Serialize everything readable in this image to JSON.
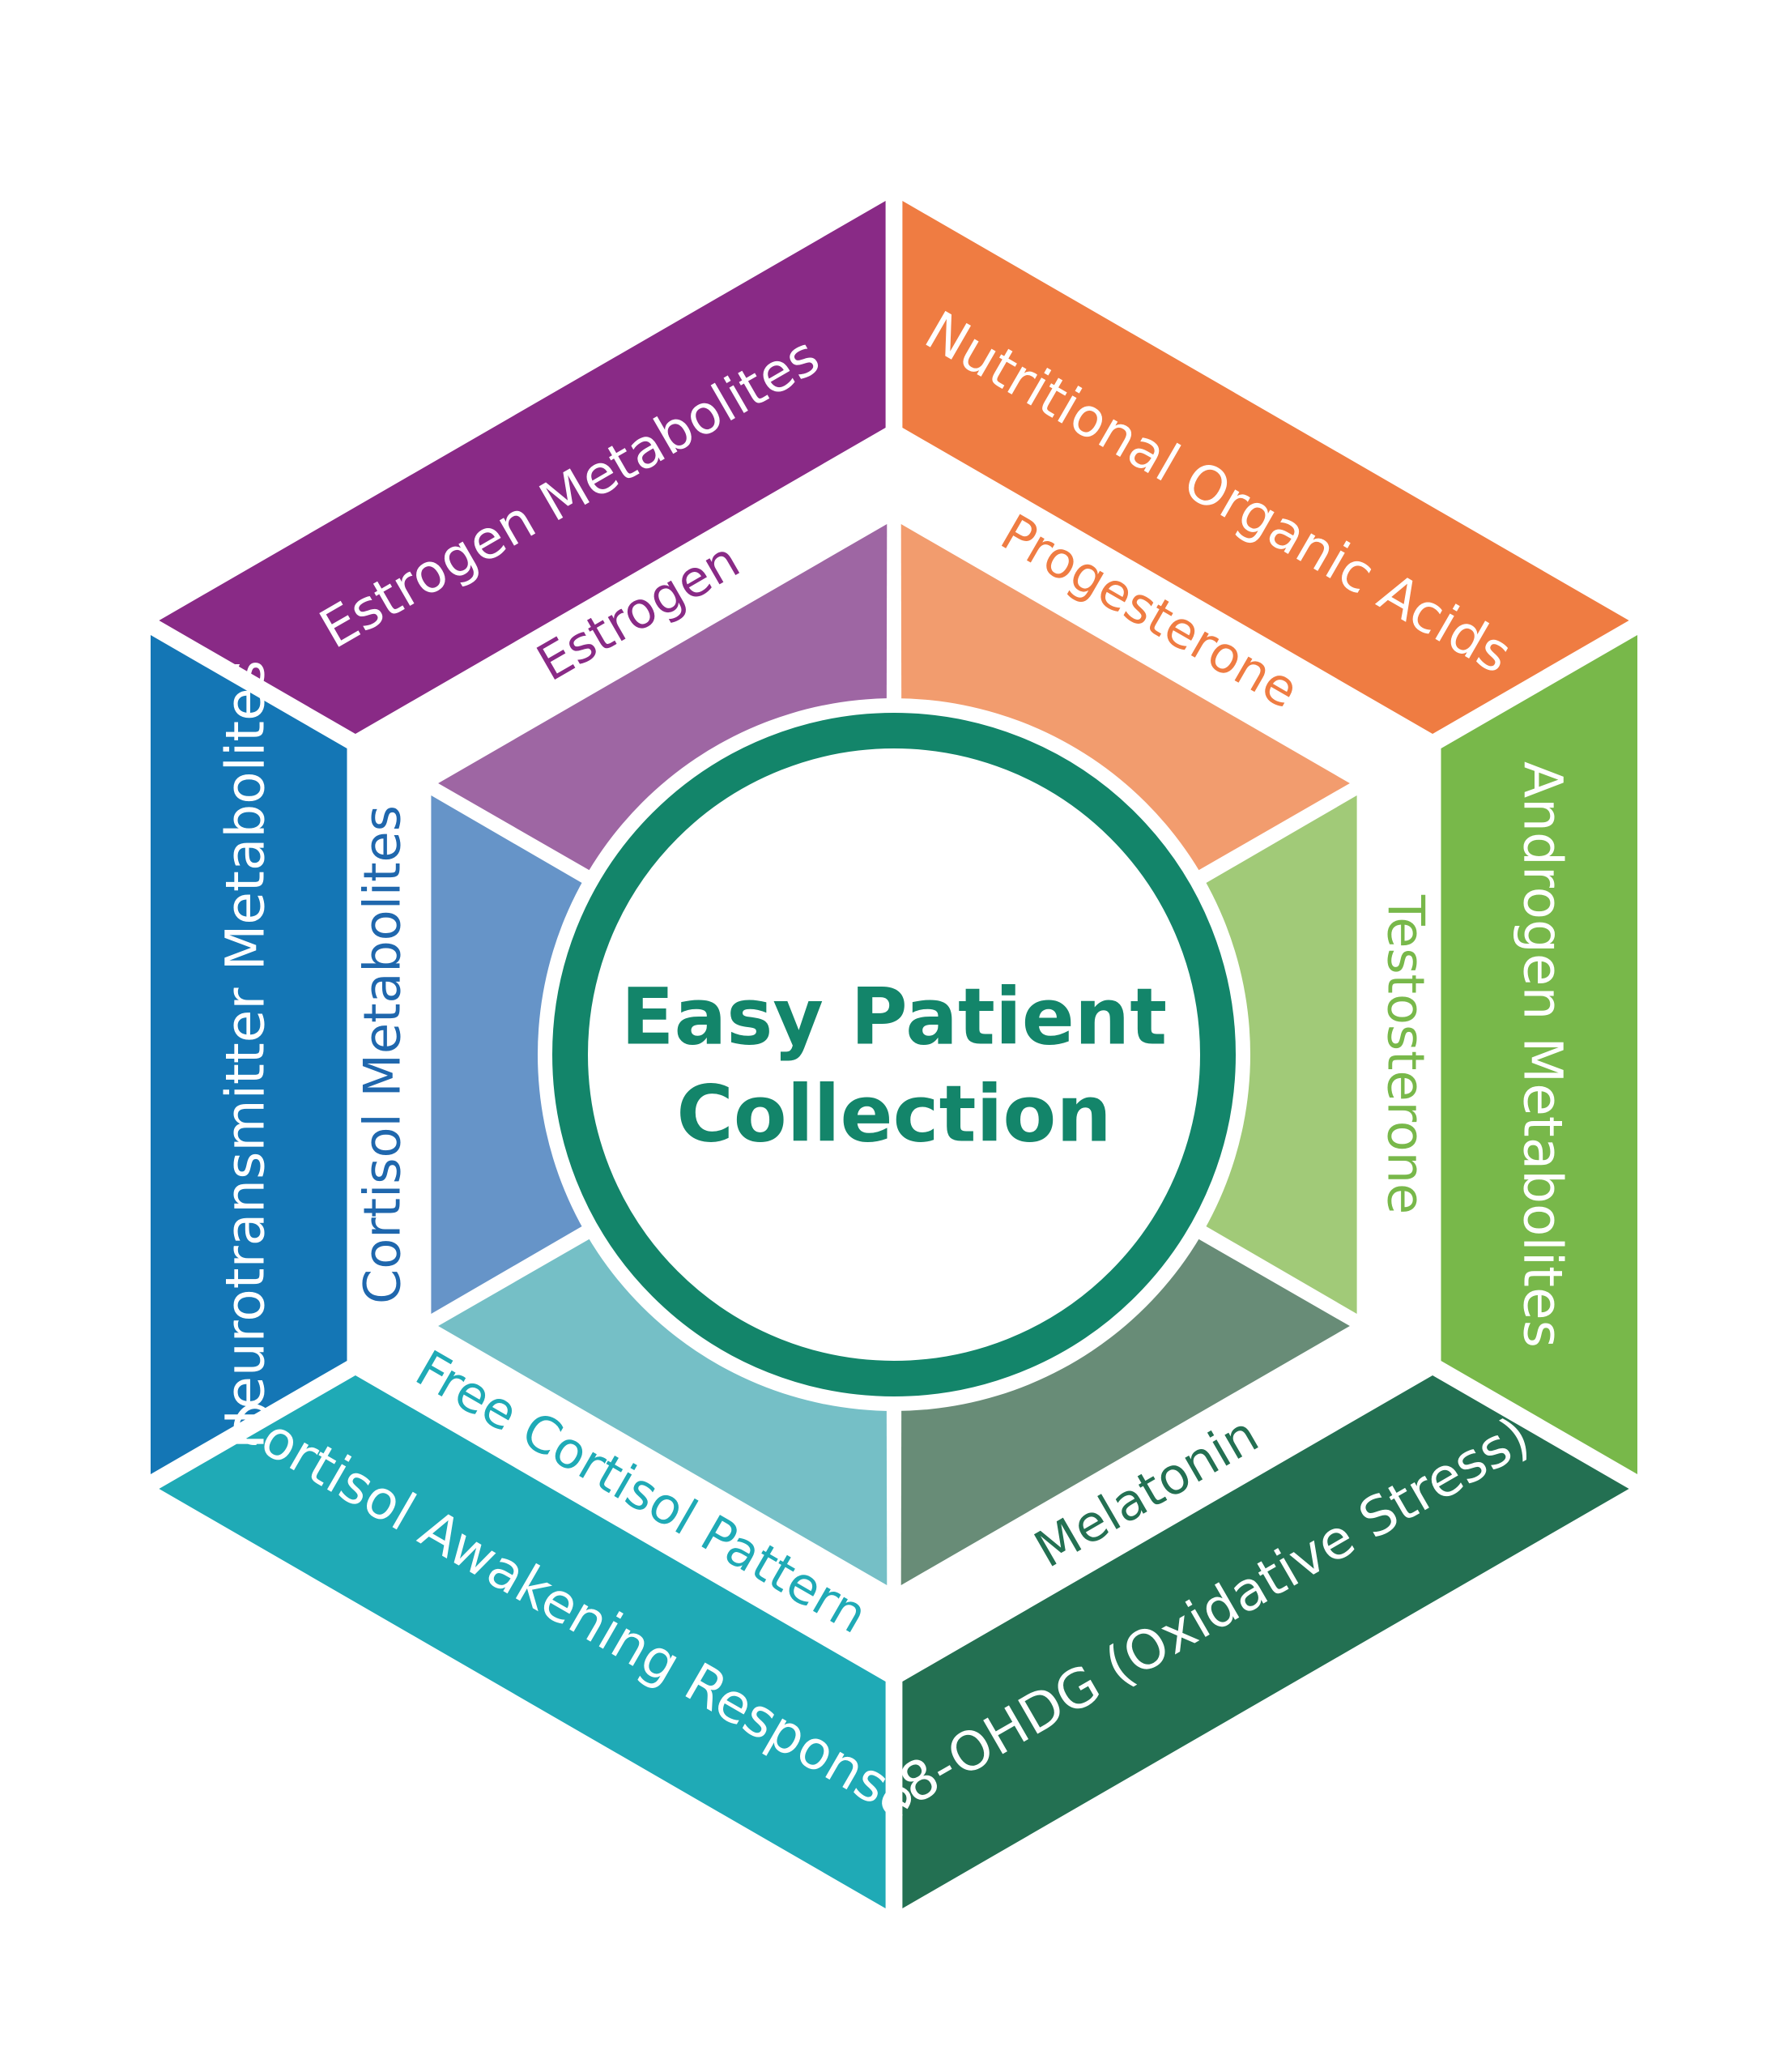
{
  "center": {
    "title_line1": "Easy Patient",
    "title_line2": "Collection",
    "ring_color": "#13856a",
    "text_color": "#13856a"
  },
  "outer_segments": [
    {
      "label": "Nutritional Organic Acids",
      "color": "#ef7c42",
      "text_color": "#ffffff"
    },
    {
      "label": "Androgen Metabolites",
      "color": "#78b84a",
      "text_color": "#ffffff"
    },
    {
      "label": "8-OHDG (Oxidative Stress)",
      "color": "#237052",
      "text_color": "#ffffff"
    },
    {
      "label": "Cortisol Awakening Response",
      "color": "#1faab6",
      "text_color": "#ffffff"
    },
    {
      "label": "Neurotransmitter Metabolites",
      "color": "#1476b5",
      "text_color": "#ffffff"
    },
    {
      "label": "Estrogen Metabolites",
      "color": "#892a86",
      "text_color": "#ffffff"
    }
  ],
  "inner_segments": [
    {
      "label": "Progesterone",
      "color": "#f29c6e",
      "text_color": "#ef7c42"
    },
    {
      "label": "Testosterone",
      "color": "#a1ca78",
      "text_color": "#78b84a"
    },
    {
      "label": "Melatonin",
      "color": "#688c77",
      "text_color": "#237052"
    },
    {
      "label": "Free Cortisol Pattern",
      "color": "#75bfc6",
      "text_color": "#1faab6"
    },
    {
      "label": "Cortisol Metabolites",
      "color": "#6694c8",
      "text_color": "#1f67ad"
    },
    {
      "label": "Estrogen",
      "color": "#9e66a3",
      "text_color": "#892a86"
    }
  ]
}
